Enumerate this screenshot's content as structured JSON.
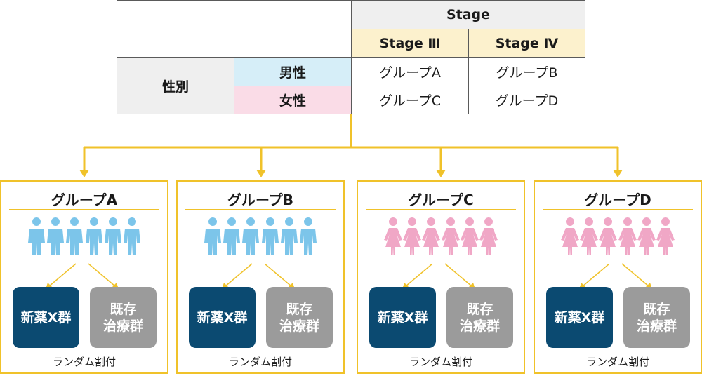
{
  "table": {
    "stage_header": "Stage",
    "stage3": "Stage Ⅲ",
    "stage4": "Stage Ⅳ",
    "sex_label": "性別",
    "male": "男性",
    "female": "女性",
    "cell_male_s3": "グループA",
    "cell_male_s4": "グループB",
    "cell_female_s3": "グループC",
    "cell_female_s4": "グループD"
  },
  "groups": [
    {
      "title": "グループA",
      "new_drug": "新薬X群",
      "existing_l1": "既存",
      "existing_l2": "治療群",
      "footer": "ランダム割付",
      "figure": "male-icon",
      "color": "#7cc5ea"
    },
    {
      "title": "グループB",
      "new_drug": "新薬X群",
      "existing_l1": "既存",
      "existing_l2": "治療群",
      "footer": "ランダム割付",
      "figure": "male-icon",
      "color": "#7cc5ea"
    },
    {
      "title": "グループC",
      "new_drug": "新薬X群",
      "existing_l1": "既存",
      "existing_l2": "治療群",
      "footer": "ランダム割付",
      "figure": "female-icon",
      "color": "#f0a7c6"
    },
    {
      "title": "グループD",
      "new_drug": "新薬X群",
      "existing_l1": "既存",
      "existing_l2": "治療群",
      "footer": "ランダム割付",
      "figure": "female-icon",
      "color": "#f0a7c6"
    }
  ],
  "colors": {
    "connector": "#f0c22a",
    "new_drug_box": "#0b4a71",
    "existing_box": "#9b9b9b"
  }
}
